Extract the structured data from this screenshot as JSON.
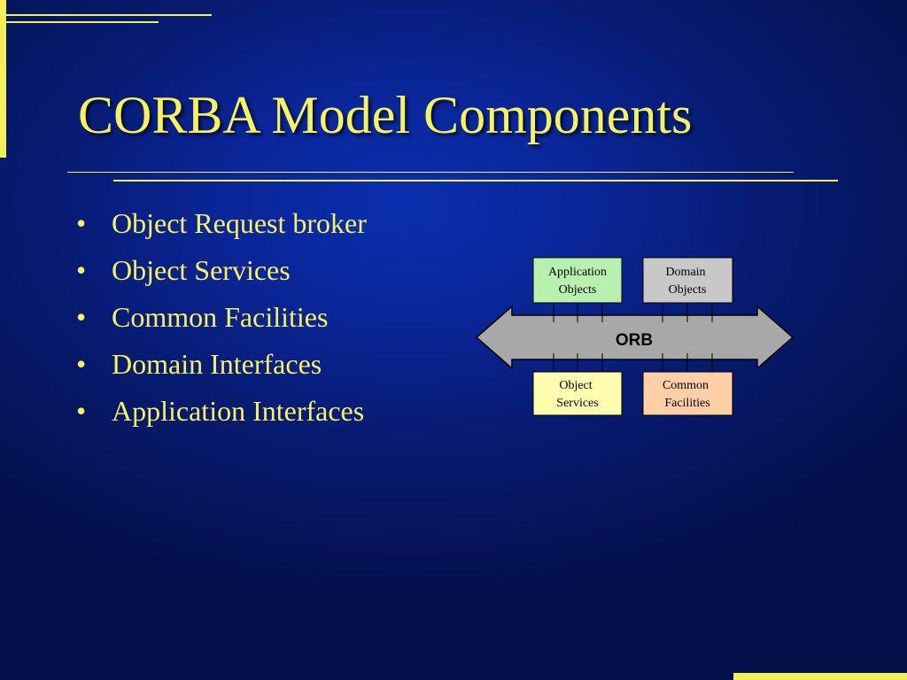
{
  "slide": {
    "title": "CORBA Model Components",
    "bullets": [
      "Object Request broker",
      "Object Services",
      "Common Facilities",
      "Domain Interfaces",
      "Application Interfaces"
    ]
  },
  "diagram": {
    "bus_label": "ORB",
    "top_boxes": [
      {
        "lines": [
          "Application",
          "Objects"
        ],
        "color": "#b8f0b0"
      },
      {
        "lines": [
          "Domain",
          "Objects"
        ],
        "color": "#c8c8c8"
      }
    ],
    "bottom_boxes": [
      {
        "lines": [
          "Object",
          "Services"
        ],
        "color": "#fffeb0"
      },
      {
        "lines": [
          "Common",
          "Facilities"
        ],
        "color": "#ffd0a8"
      }
    ]
  },
  "colors": {
    "background": "#0a2596",
    "title_text": "#f7f262",
    "accent_lines": "#f3ee5a",
    "bus_fill": "#a8a8a8"
  }
}
